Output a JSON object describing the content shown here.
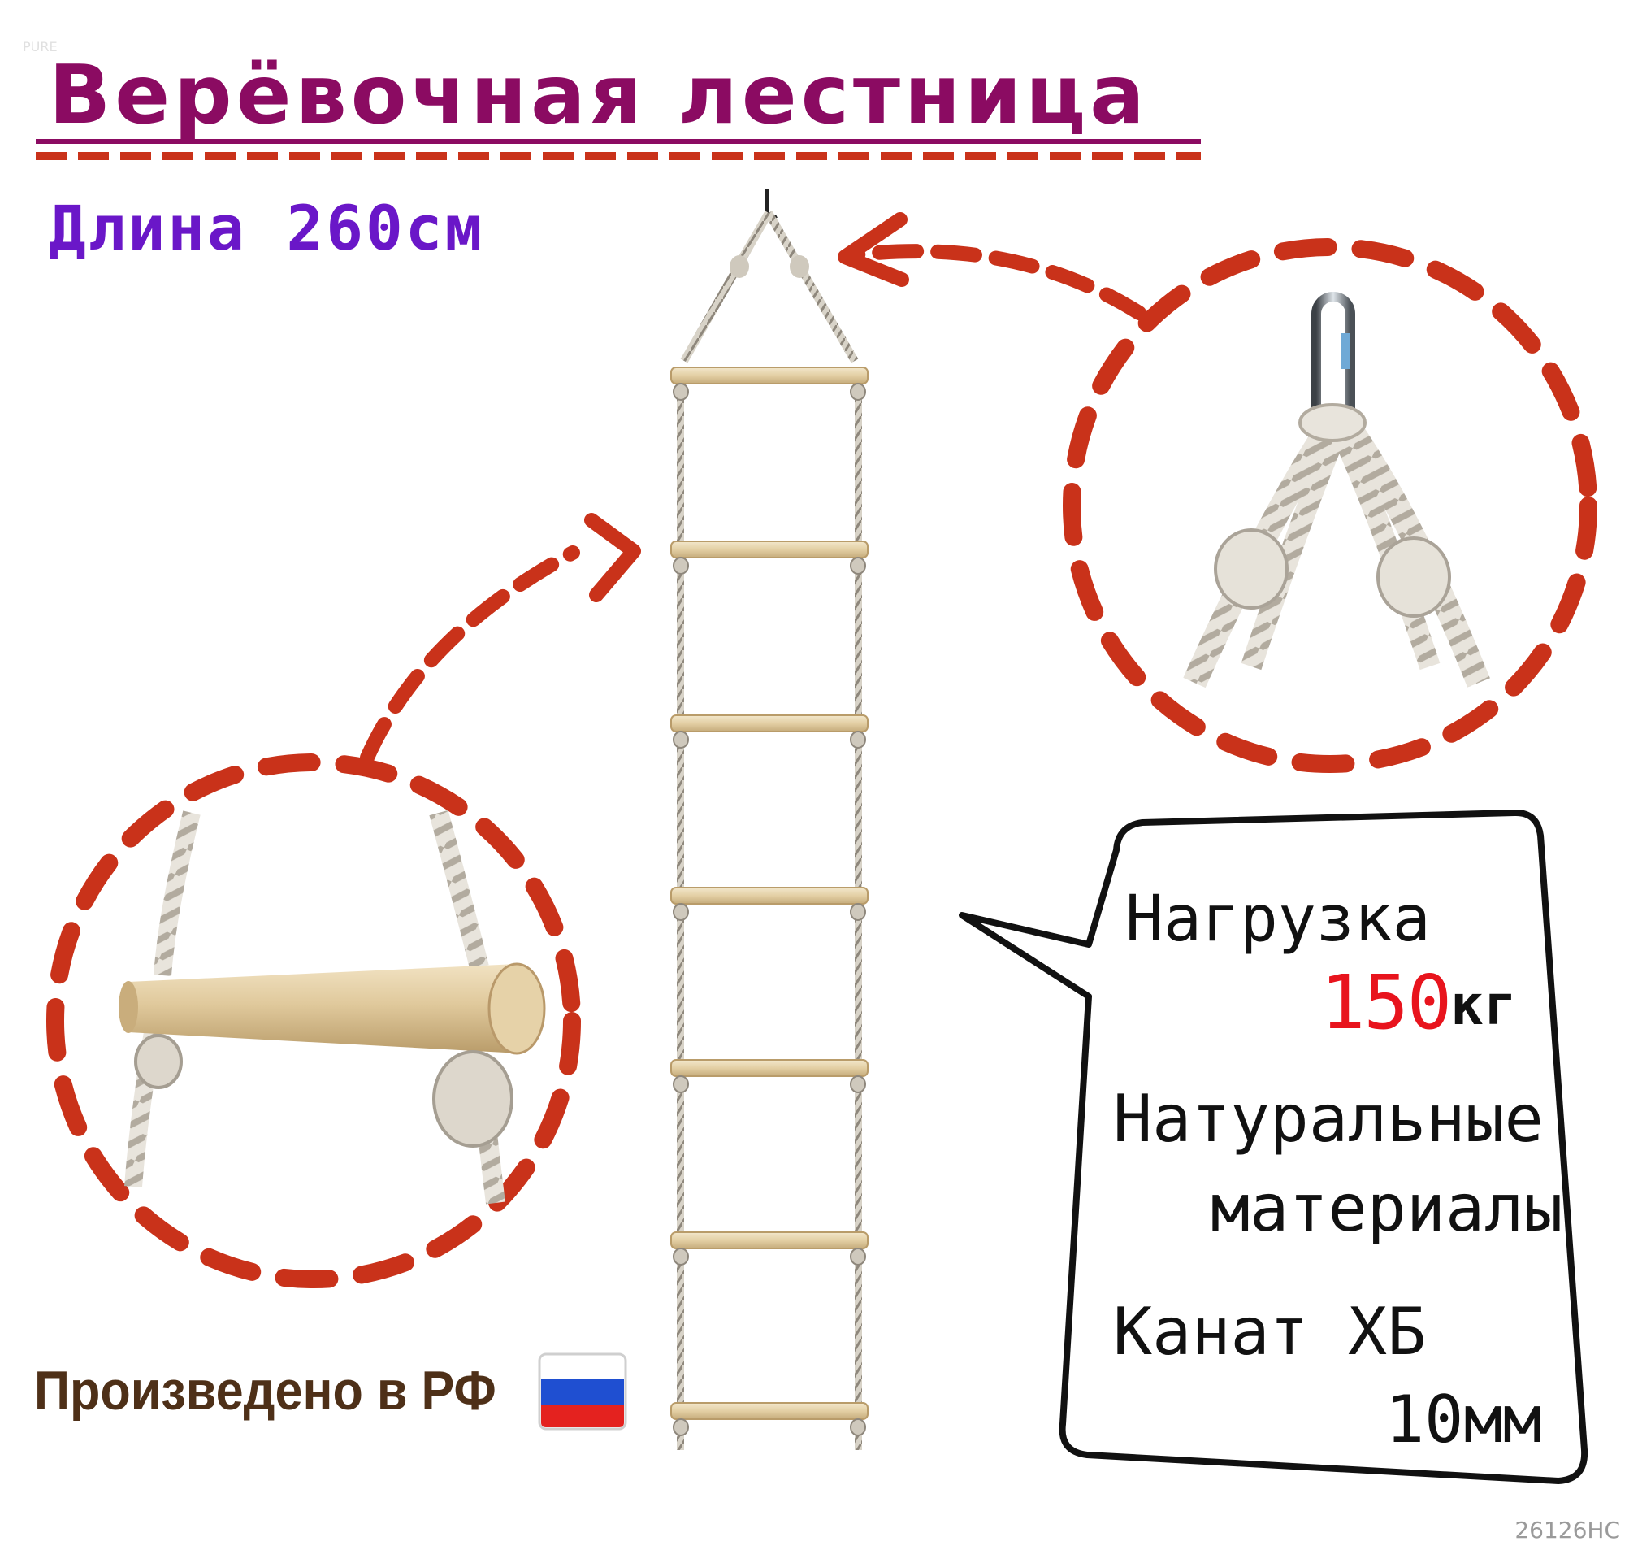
{
  "watermark": "PURE",
  "title": "Верёвочная лестница",
  "subtitle": "Длина 260см",
  "made_in": "Произведено в РФ",
  "specs": {
    "load_label": "Нагрузка",
    "load_value": "150",
    "load_unit": "кг",
    "materials_line1": "Натуральные",
    "materials_line2": "материалы",
    "rope_line1": "Канат ХБ",
    "rope_line2": "10мм"
  },
  "code": "26126НС",
  "colors": {
    "title": "#8b0b62",
    "subtitle": "#6a17c8",
    "dash": "#c9321a",
    "highlight": "#e8141d",
    "made_in": "#4e3018"
  },
  "icons": {
    "flag": "russia-flag-icon",
    "carabiner": "carabiner-icon"
  }
}
